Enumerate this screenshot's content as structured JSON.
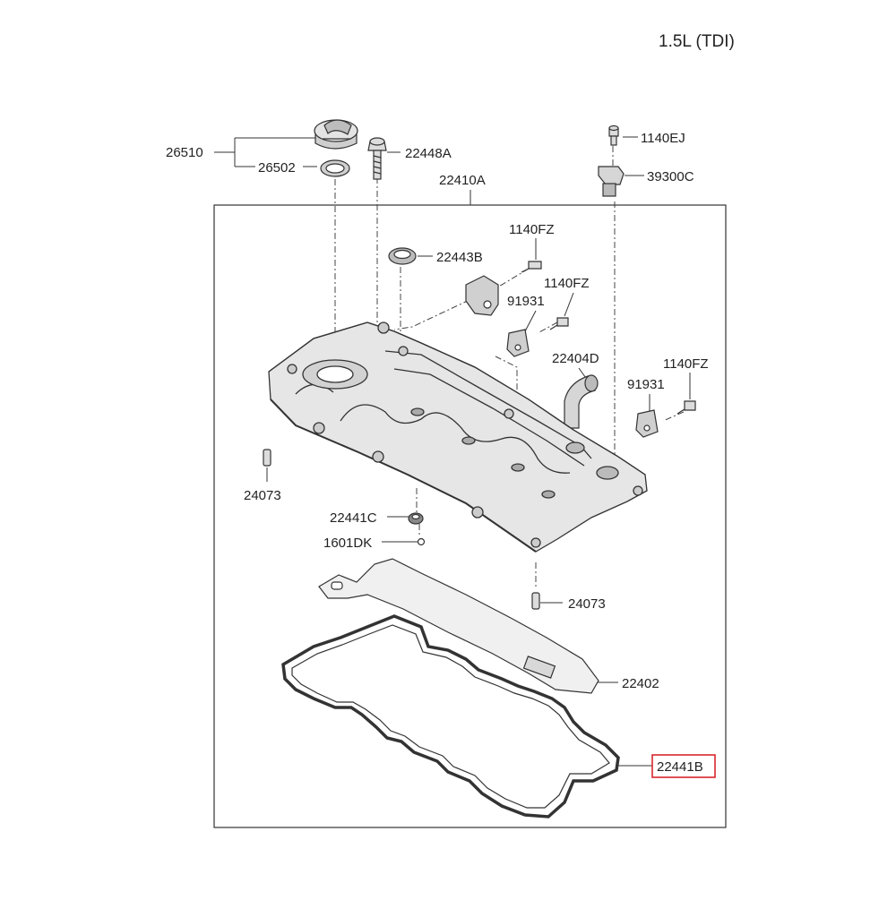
{
  "engine_label": "1.5L (TDI)",
  "parts": [
    {
      "id": "26510",
      "label": "26510"
    },
    {
      "id": "26502",
      "label": "26502"
    },
    {
      "id": "22448A",
      "label": "22448A"
    },
    {
      "id": "22410A",
      "label": "22410A"
    },
    {
      "id": "1140EJ",
      "label": "1140EJ"
    },
    {
      "id": "39300C",
      "label": "39300C"
    },
    {
      "id": "1140FZ-a",
      "label": "1140FZ"
    },
    {
      "id": "22443B",
      "label": "22443B"
    },
    {
      "id": "1140FZ-b",
      "label": "1140FZ"
    },
    {
      "id": "91931-a",
      "label": "91931"
    },
    {
      "id": "22404D",
      "label": "22404D"
    },
    {
      "id": "1140FZ-c",
      "label": "1140FZ"
    },
    {
      "id": "91931-b",
      "label": "91931"
    },
    {
      "id": "24073-a",
      "label": "24073"
    },
    {
      "id": "22441C",
      "label": "22441C"
    },
    {
      "id": "1601DK",
      "label": "1601DK"
    },
    {
      "id": "24073-b",
      "label": "24073"
    },
    {
      "id": "22402",
      "label": "22402"
    },
    {
      "id": "22441B",
      "label": "22441B",
      "highlighted": true
    }
  ],
  "highlight_color": "#d9272e"
}
